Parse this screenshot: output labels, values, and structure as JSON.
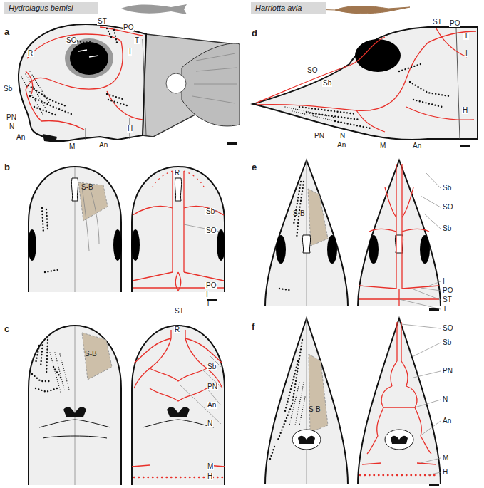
{
  "diagram": {
    "nodes": [
      {
        "text": [
          "Hydrolagus bemisi"
        ]
      },
      {
        "text": [
          "Harriotta avia"
        ]
      }
    ],
    "labels": [
      "a",
      "SO",
      "ST",
      "PO",
      "T",
      "I",
      "R",
      "Sb",
      "PN",
      "N",
      "An",
      "M",
      "An",
      "H",
      "b",
      "S-B",
      "R",
      "Sb",
      "SO",
      "PO",
      "I",
      "T",
      "ST",
      "c",
      "S-B",
      "R",
      "Sb",
      "PN",
      "An",
      "N",
      "M",
      "H",
      "d",
      "ST",
      "PO",
      "SO",
      "T",
      "Sb",
      "I",
      "H",
      "PN",
      "N",
      "An",
      "M",
      "An",
      "e",
      "S-B",
      "Sb",
      "SO",
      "Sb",
      "I",
      "PO",
      "ST",
      "T",
      "f",
      "S-B",
      "SO",
      "Sb",
      "PN",
      "N",
      "An",
      "M",
      "H"
    ]
  }
}
